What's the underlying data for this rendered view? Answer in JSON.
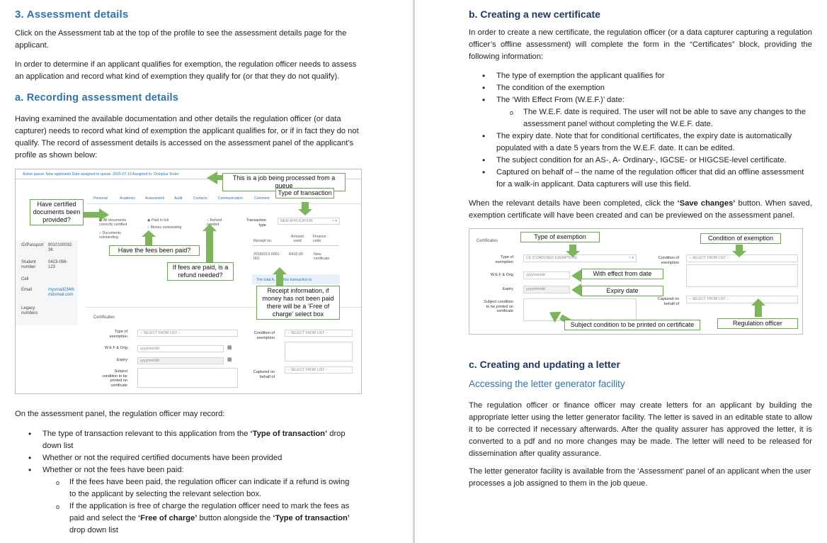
{
  "left": {
    "h_section": "3. Assessment details",
    "p1_pre": "Click on the ",
    "p1_bold": "Assessment tab",
    "p1_post": " at the top of the profile to see the assessment details page for the applicant.",
    "p2": "In order to determine if an applicant qualifies for exemption, the regulation officer needs to assess an application and record what kind of exemption they qualify for (or that they do not qualify).",
    "h_a": "a. Recording assessment details",
    "p3": "Having examined the available documentation and other details the regulation officer (or data capturer) needs to record what kind of exemption the applicant qualifies for, or if in fact they do not qualify. The record of assessment details is accessed on the assessment panel of the applicant’s profile as shown below:",
    "p4": "On the assessment panel, the regulation officer may record:",
    "b1_pre": "The type of transaction relevant to this application from the ",
    "b1_bold": "‘Type of transaction’",
    "b1_post": " drop down list",
    "b2": "Whether or not the required certified documents have been provided",
    "b3": "Whether or not the fees have been paid:",
    "s1": "If the fees have been paid, the regulation officer can indicate if a refund is owing to the applicant by selecting the relevant selection box.",
    "s2_pre": "If the application is free of charge the regulation officer need to mark the fees as paid and select the ",
    "s2_bold1": "‘Free of charge’",
    "s2_mid": " button alongside the ",
    "s2_bold2": "‘Type of transaction’",
    "s2_post": " drop down list"
  },
  "shot1": {
    "topbar": "Active queue: New applicants  Date assigned to queue: 2015-07-13  Assigned to: Octoplus Tester",
    "tabs": [
      "Personal",
      "Academic",
      "Assessment",
      "Audit",
      "Contacts",
      "Communication",
      "Comment"
    ],
    "side_labels": [
      "ID/Passport",
      "Student number",
      "Cell",
      "Email",
      "Legacy numbers"
    ],
    "side_values": [
      "9010100032 36",
      "0423-098-123",
      "",
      "mysmail234ttl mdsmail.com",
      ""
    ],
    "radio_docs": [
      "All documents correctly certified",
      "Documents outstanding"
    ],
    "radio_fees": [
      "Paid in full",
      "Money outstanding"
    ],
    "refund": "Refund needed",
    "trans_label": "Transaction type",
    "trans_value": "NEW APPLICATION",
    "receipt_headers": [
      "Receipt no.",
      "Amount used",
      "Finance code"
    ],
    "receipt_row": [
      "20150213-0001-001",
      "R410,00",
      "New certificate"
    ],
    "total_note": "The total A... for this transaction is",
    "cert_title": "Certificates",
    "cert_labels": [
      "Type of exemption",
      "W.E.F & Orig",
      "Expiry",
      "Subject condition to be printed on certificate"
    ],
    "cert_condition": "Condition of exemption",
    "cert_captured": "Captured on behalf of",
    "select_placeholder": "-- SELECT FROM LIST --",
    "date_placeholder": "yyyy/mm/dd",
    "callouts": {
      "queue": "This is a job being processed from a queue",
      "transaction": "Type of transaction",
      "docs": "Have certified documents been provided?",
      "fees": "Have the fees been paid?",
      "refund": "If fees are paid, is a refund needed?",
      "receipt": "Receipt information, if money has not been paid there will be a ‘Free of charge’ select box"
    }
  },
  "right": {
    "h_b": "b. Creating a new certificate",
    "p1": "In order to create a new certificate, the regulation officer (or a data capturer capturing a regulation officer’s offline assessment) will complete the form in the “Certificates” block, providing the following information:",
    "bullets": [
      "The type of exemption the applicant qualifies for",
      "The condition of the exemption",
      "The ‘With Effect From (W.E.F.)’ date:"
    ],
    "sub": "The W.E.F. date is required. The user will not be able to save any changes to the assessment panel without completing the W.E.F. date.",
    "bullets2": [
      "The expiry date. Note that for conditional certificates, the expiry date is automatically populated with a date 5 years from the W.E.F. date. It can be edited.",
      "The subject condition for an AS-, A- Ordinary-, IGCSE- or HIGCSE-level certificate.",
      "Captured on behalf of – the name of the regulation officer that did an offline assessment for a walk-in applicant. Data capturers will use this field."
    ],
    "p2_pre": "When the relevant details have been completed, click the ",
    "p2_bold": "‘Save changes’",
    "p2_post": " button. When saved, exemption certificate will have been created and can be previewed on the assessment panel.",
    "h_c": "c. Creating and updating a letter",
    "h_c_sub": "Accessing the letter generator facility",
    "p3": "The regulation officer or finance officer may create letters for an applicant by building the appropriate letter using the letter generator facility. The letter is saved in an editable state to allow it to be corrected if necessary afterwards. After the quality assurer has approved the letter, it is converted to a pdf and no more changes may be made. The letter will need to be released for dissemination after quality assurance.",
    "p4": "The letter generator facility is available from the ‘Assessment’ panel of an applicant when the user processes a job assigned to them in the job queue."
  },
  "shot2": {
    "title": "Certificates",
    "type_label": "Type of exemption",
    "type_value": "CE (CONDONED EXEMPTION)",
    "wef_label": "W.E.F & Orig",
    "wef_value": "yyyy/mm/dd",
    "expiry_label": "Expiry",
    "expiry_value": "yyyy/mm/dd",
    "subject_label": "Subject condition to be printed on certificate",
    "condition_label": "Condition of exemption",
    "captured_label": "Captured on behalf of",
    "select_placeholder": "-- SELECT FROM LIST --",
    "callouts": {
      "type": "Type of exemption",
      "condition": "Condition of exemption",
      "wef": "With effect from date",
      "expiry": "Expiry date",
      "subject": "Subject condition to be printed on certificate",
      "officer": "Regulation officer"
    }
  }
}
